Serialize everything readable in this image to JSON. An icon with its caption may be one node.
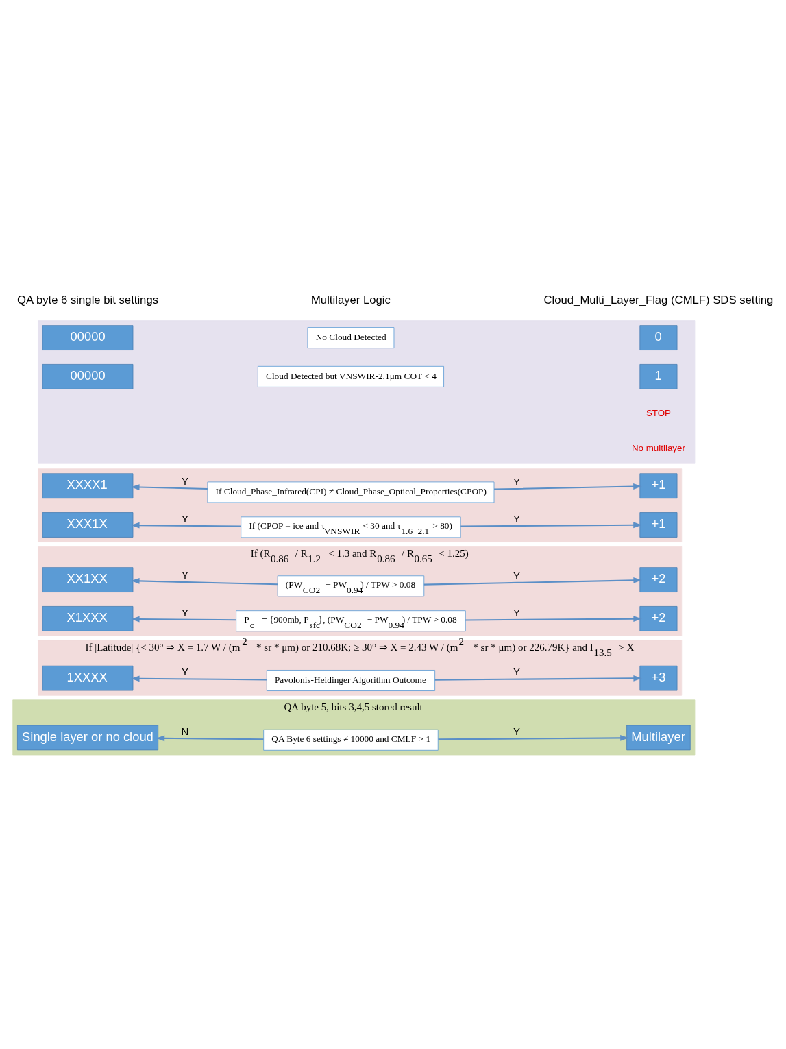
{
  "diagram": {
    "nodes": [
      {
        "text": [],
        "shape": "box"
      },
      {
        "text": [
          "00000"
        ],
        "in": 0
      },
      {
        "text": [
          "No Cloud Detected"
        ],
        "in": 0
      },
      {
        "text": [
          "0"
        ],
        "in": 0
      },
      {
        "text": [
          "00000"
        ],
        "in": 0
      },
      {
        "text": [
          "Cloud Detected but VNSWIR-2.1μm COT < 4"
        ],
        "in": 0
      },
      {
        "text": [
          "1"
        ],
        "in": 0
      },
      {
        "text": [],
        "shape": "box"
      },
      {
        "text": [
          "XXXX1"
        ],
        "in": 7
      },
      {
        "text": [
          "If Cloud_Phase_Infrared(CPI) ≠ Cloud_Phase_Optical_Properties(CPOP)"
        ],
        "in": 7
      },
      {
        "text": [
          "+1"
        ],
        "in": 7
      },
      {
        "text": [
          "XXX1X"
        ],
        "in": 7
      },
      {
        "text": [
          "If (CPOP = ice and τ$_{VNSWIR}$ < 30 and τ$_{1.6−2.1}$ > 80)"
        ],
        "in": 7
      },
      {
        "text": [
          "+1"
        ],
        "in": 7
      },
      {
        "text": [
          "If (R$_{0.86}$ / R$_{1.2}$ < 1.3 and R$_{0.86}$ / R$_{0.65}$ < 1.25)"
        ]
      },
      {
        "text": [
          "XX1XX"
        ],
        "in": 14
      },
      {
        "text": [
          "(PW$_{CO2}$ − PW$_{0.94}$) / TPW > 0.08"
        ],
        "in": 14
      },
      {
        "text": [
          "+2"
        ],
        "in": 14
      },
      {
        "text": [
          "X1XXX"
        ],
        "in": 14
      },
      {
        "text": [
          "P$_{c}$ = {900mb, P$_{sfc}$}, (PW$_{CO2}$ − PW$_{0.94}$) / TPW > 0.08"
        ],
        "in": 14
      },
      {
        "text": [
          "+2"
        ],
        "in": 14
      },
      {
        "text": [
          "If |Latitude| {< 30° ⇒ X = 1.7 W / (m$^{2}$ * sr * μm) or 210.68K; ≥ 30° ⇒ X = 2.43 W / (m$^{2}$ * sr * μm) or 226.79K} and I$_{13.5}$ > X"
        ]
      },
      {
        "text": [
          "1XXXX"
        ],
        "in": 21
      },
      {
        "text": [
          "Pavolonis-Heidinger Algorithm Outcome"
        ],
        "in": 21
      },
      {
        "text": [
          "+3"
        ],
        "in": 21
      },
      {
        "text": [
          "QA byte 5, bits 3,4,5 stored result"
        ]
      },
      {
        "text": [
          "Single layer or no cloud"
        ],
        "in": 25
      },
      {
        "text": [
          "QA Byte 6 settings ≠ 10000 and CMLF > 1"
        ],
        "in": 25
      },
      {
        "text": [
          "Multilayer"
        ],
        "in": 25
      }
    ],
    "edges": [
      {
        "from": 9,
        "to": 8,
        "arrow": "to",
        "label": "Y"
      },
      {
        "from": 9,
        "to": 10,
        "arrow": "to",
        "label": "Y"
      },
      {
        "from": 12,
        "to": 11,
        "arrow": "to",
        "label": "Y"
      },
      {
        "from": 12,
        "to": 13,
        "arrow": "to",
        "label": "Y"
      },
      {
        "from": 16,
        "to": 15,
        "arrow": "to",
        "label": "Y"
      },
      {
        "from": 16,
        "to": 17,
        "arrow": "to",
        "label": "Y"
      },
      {
        "from": 19,
        "to": 18,
        "arrow": "to",
        "label": "Y"
      },
      {
        "from": 19,
        "to": 20,
        "arrow": "to",
        "label": "Y"
      },
      {
        "from": 23,
        "to": 22,
        "arrow": "to",
        "label": "Y"
      },
      {
        "from": 23,
        "to": 24,
        "arrow": "to",
        "label": "Y"
      },
      {
        "from": 27,
        "to": 26,
        "arrow": "to",
        "label": "N"
      },
      {
        "from": 27,
        "to": 28,
        "arrow": "to",
        "label": "Y"
      }
    ],
    "labels": [
      "QA byte 6 single bit settings",
      "Multilayer Logic",
      "Cloud_Multi_Layer_Flag (CMLF) SDS setting",
      "STOP",
      "No multilayer"
    ]
  }
}
